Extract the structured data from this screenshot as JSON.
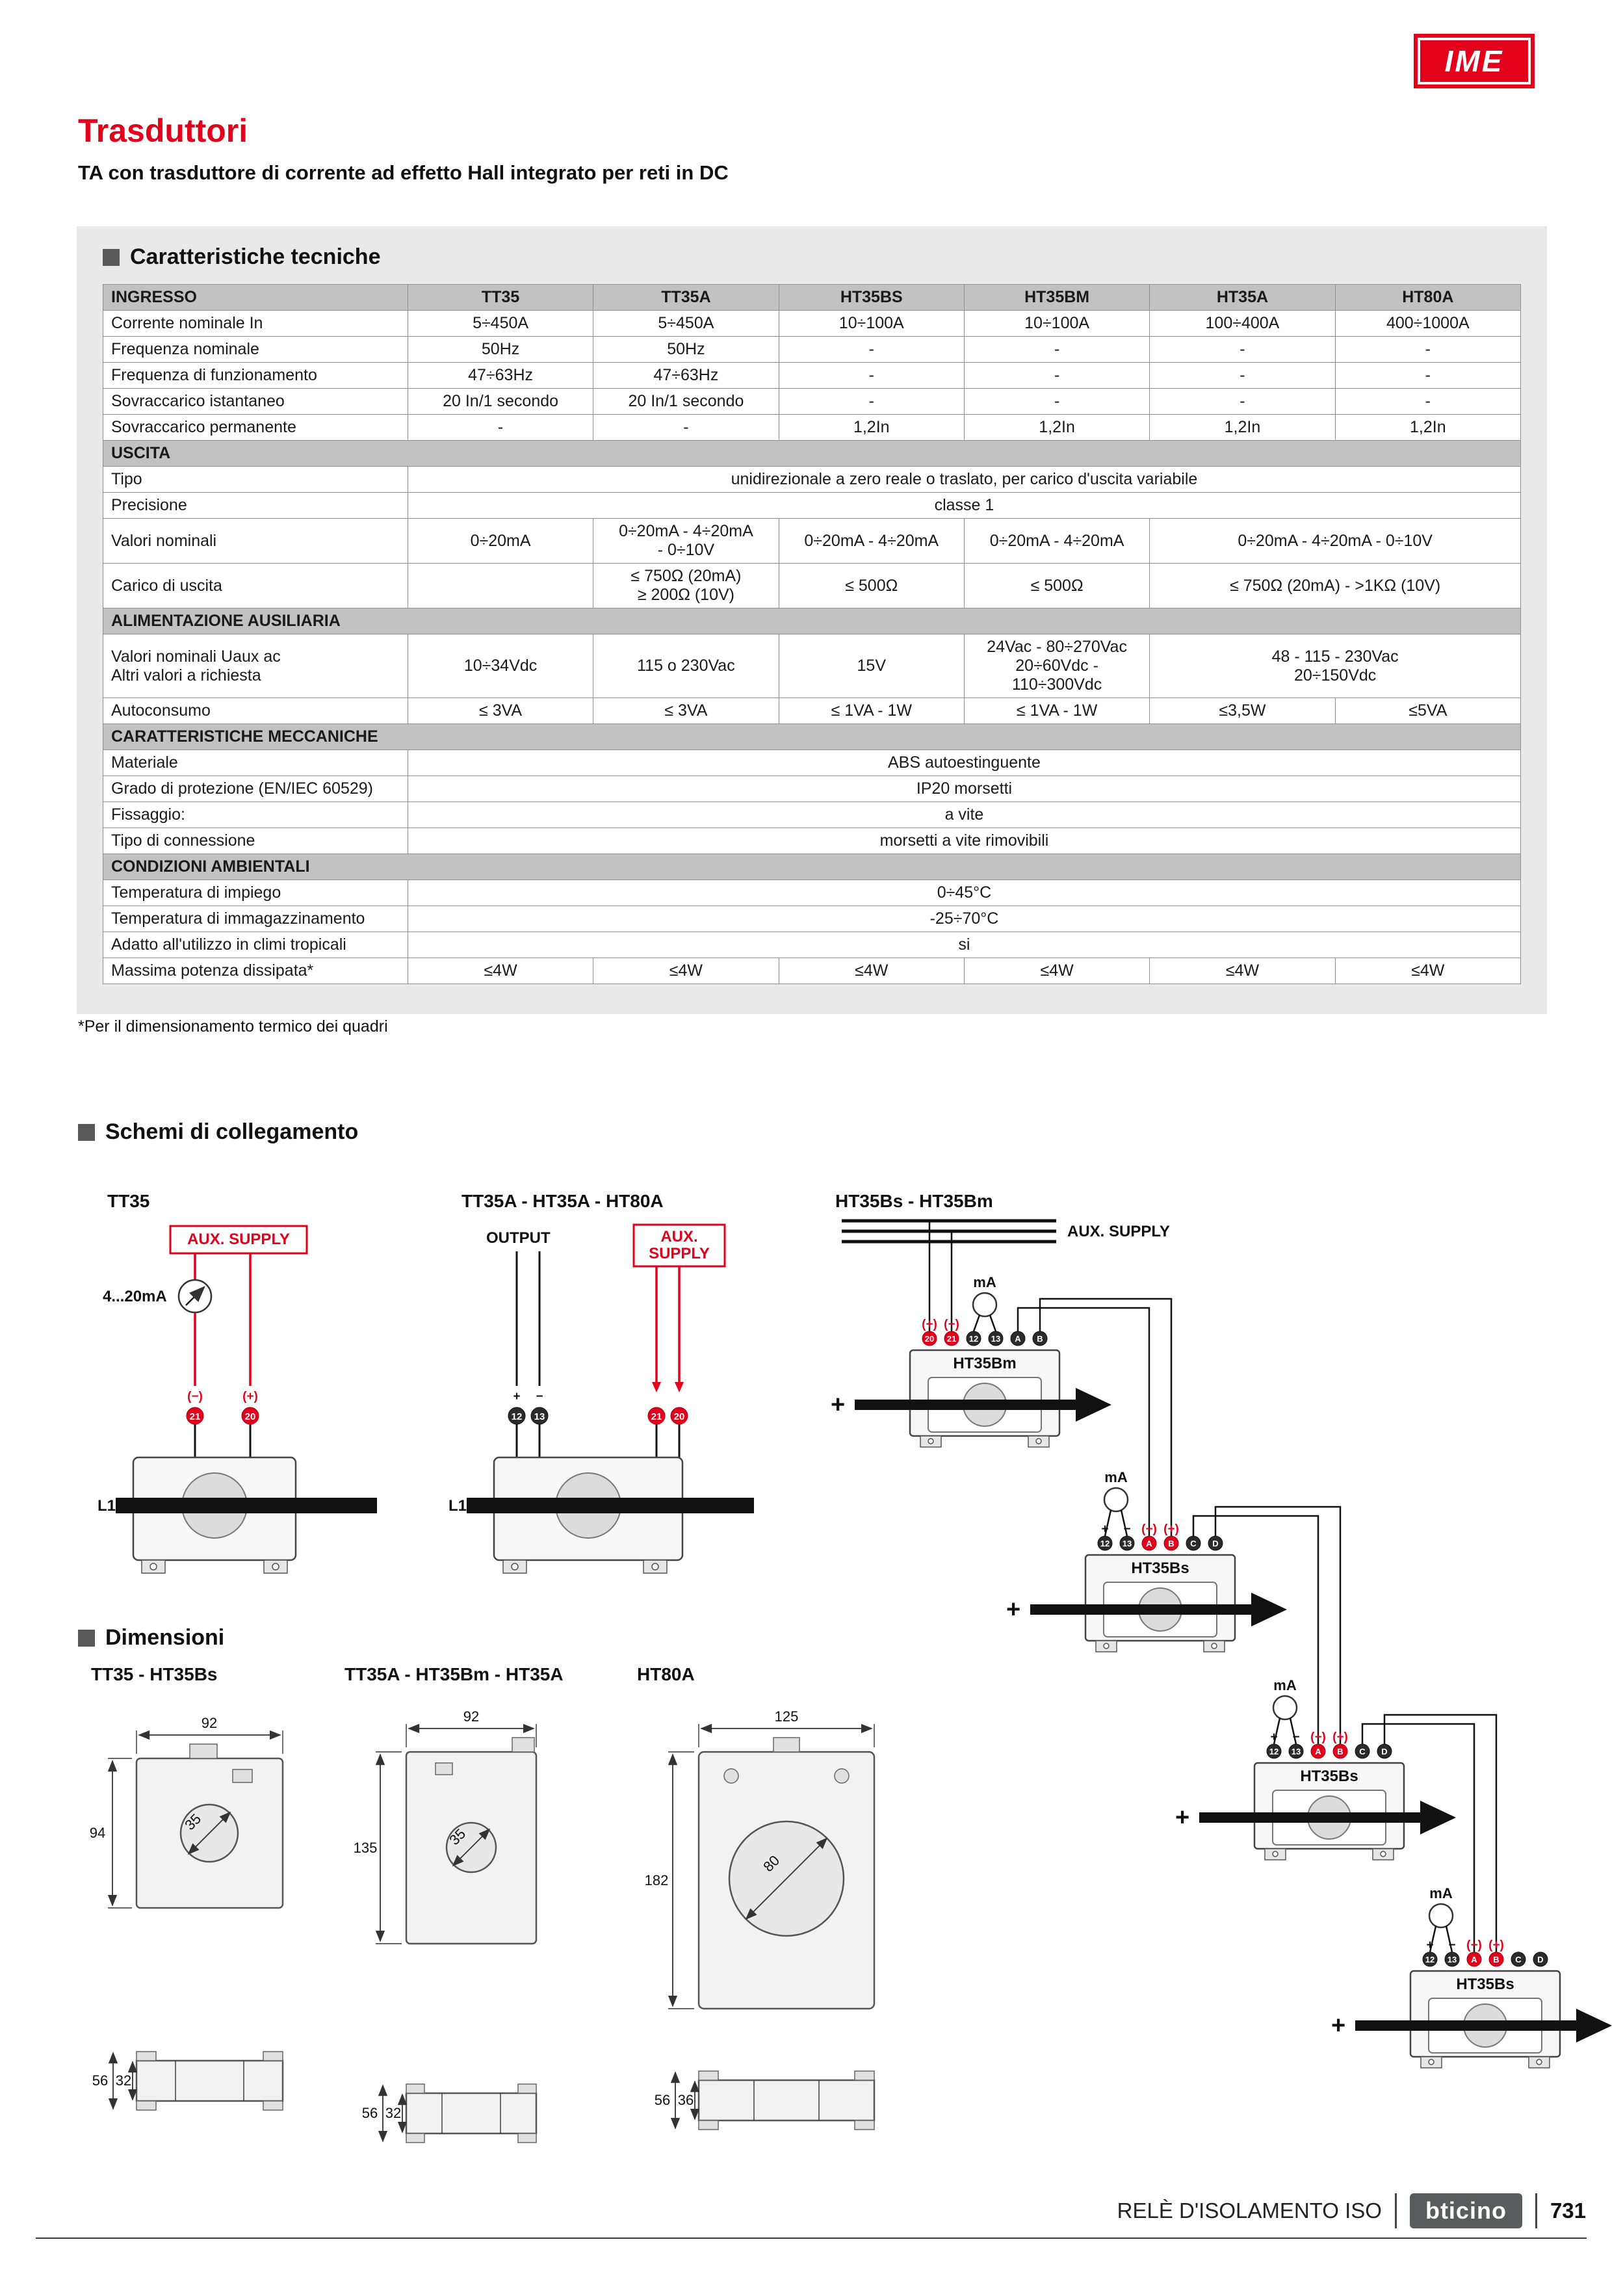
{
  "page": {
    "brand_logo": "IME",
    "title": "Trasduttori",
    "subtitle": "TA con trasduttore di corrente ad effetto Hall integrato per reti in DC"
  },
  "footer": {
    "section": "RELÈ D'ISOLAMENTO ISO",
    "brand": "bticino",
    "page_number": "731"
  },
  "tech": {
    "section_title": "Caratteristiche tecniche",
    "footnote": "*Per il dimensionamento termico dei quadri",
    "table": {
      "headers": [
        "INGRESSO",
        "TT35",
        "TT35A",
        "HT35BS",
        "HT35BM",
        "HT35A",
        "HT80A"
      ],
      "rows": [
        {
          "type": "data",
          "cells": [
            {
              "t": "Corrente nominale In"
            },
            {
              "t": "5÷450A"
            },
            {
              "t": "5÷450A"
            },
            {
              "t": "10÷100A"
            },
            {
              "t": "10÷100A"
            },
            {
              "t": "100÷400A"
            },
            {
              "t": "400÷1000A"
            }
          ]
        },
        {
          "type": "data",
          "cells": [
            {
              "t": "Frequenza nominale"
            },
            {
              "t": "50Hz"
            },
            {
              "t": "50Hz"
            },
            {
              "t": "-"
            },
            {
              "t": "-"
            },
            {
              "t": "-"
            },
            {
              "t": "-"
            }
          ]
        },
        {
          "type": "data",
          "cells": [
            {
              "t": "Frequenza di funzionamento"
            },
            {
              "t": "47÷63Hz"
            },
            {
              "t": "47÷63Hz"
            },
            {
              "t": "-"
            },
            {
              "t": "-"
            },
            {
              "t": "-"
            },
            {
              "t": "-"
            }
          ]
        },
        {
          "type": "data",
          "cells": [
            {
              "t": "Sovraccarico istantaneo"
            },
            {
              "t": "20 In/1 secondo"
            },
            {
              "t": "20 In/1 secondo"
            },
            {
              "t": "-"
            },
            {
              "t": "-"
            },
            {
              "t": "-"
            },
            {
              "t": "-"
            }
          ]
        },
        {
          "type": "data",
          "cells": [
            {
              "t": "Sovraccarico permanente"
            },
            {
              "t": "-"
            },
            {
              "t": "-"
            },
            {
              "t": "1,2In"
            },
            {
              "t": "1,2In"
            },
            {
              "t": "1,2In"
            },
            {
              "t": "1,2In"
            }
          ]
        },
        {
          "type": "section",
          "cells": [
            {
              "t": "USCITA",
              "c": 7
            }
          ]
        },
        {
          "type": "data",
          "cells": [
            {
              "t": "Tipo"
            },
            {
              "t": "unidirezionale a zero reale o traslato, per carico d'uscita variabile",
              "c": 6
            }
          ]
        },
        {
          "type": "data",
          "cells": [
            {
              "t": "Precisione"
            },
            {
              "t": "classe 1",
              "c": 6
            }
          ]
        },
        {
          "type": "data",
          "cells": [
            {
              "t": "Valori nominali"
            },
            {
              "t": "0÷20mA"
            },
            {
              "t": "0÷20mA - 4÷20mA\n- 0÷10V"
            },
            {
              "t": "0÷20mA - 4÷20mA"
            },
            {
              "t": "0÷20mA - 4÷20mA"
            },
            {
              "t": "0÷20mA - 4÷20mA - 0÷10V",
              "c": 2
            }
          ]
        },
        {
          "type": "data",
          "cells": [
            {
              "t": "Carico di uscita"
            },
            {
              "t": ""
            },
            {
              "t": "≤ 750Ω (20mA)\n≥ 200Ω (10V)"
            },
            {
              "t": "≤ 500Ω"
            },
            {
              "t": "≤ 500Ω"
            },
            {
              "t": "≤ 750Ω (20mA) - >1KΩ (10V)",
              "c": 2
            }
          ]
        },
        {
          "type": "section",
          "cells": [
            {
              "t": "ALIMENTAZIONE AUSILIARIA",
              "c": 7
            }
          ]
        },
        {
          "type": "data",
          "cells": [
            {
              "t": "Valori nominali Uaux ac\nAltri valori a richiesta"
            },
            {
              "t": "10÷34Vdc"
            },
            {
              "t": "115 o 230Vac"
            },
            {
              "t": "15V"
            },
            {
              "t": "24Vac - 80÷270Vac\n20÷60Vdc -\n110÷300Vdc"
            },
            {
              "t": "48 - 115 - 230Vac\n20÷150Vdc",
              "c": 2
            }
          ]
        },
        {
          "type": "data",
          "cells": [
            {
              "t": "Autoconsumo"
            },
            {
              "t": "≤ 3VA"
            },
            {
              "t": "≤ 3VA"
            },
            {
              "t": "≤ 1VA - 1W"
            },
            {
              "t": "≤ 1VA - 1W"
            },
            {
              "t": "≤3,5W"
            },
            {
              "t": "≤5VA"
            }
          ]
        },
        {
          "type": "section",
          "cells": [
            {
              "t": "CARATTERISTICHE MECCANICHE",
              "c": 7
            }
          ]
        },
        {
          "type": "data",
          "cells": [
            {
              "t": "Materiale"
            },
            {
              "t": "ABS autoestinguente",
              "c": 6
            }
          ]
        },
        {
          "type": "data",
          "cells": [
            {
              "t": "Grado di protezione (EN/IEC 60529)"
            },
            {
              "t": "IP20 morsetti",
              "c": 6
            }
          ]
        },
        {
          "type": "data",
          "cells": [
            {
              "t": "Fissaggio:"
            },
            {
              "t": "a vite",
              "c": 6
            }
          ]
        },
        {
          "type": "data",
          "cells": [
            {
              "t": "Tipo di connessione"
            },
            {
              "t": "morsetti a vite rimovibili",
              "c": 6
            }
          ]
        },
        {
          "type": "section",
          "cells": [
            {
              "t": "CONDIZIONI AMBIENTALI",
              "c": 7
            }
          ]
        },
        {
          "type": "data",
          "cells": [
            {
              "t": "Temperatura di impiego"
            },
            {
              "t": "0÷45°C",
              "c": 6
            }
          ]
        },
        {
          "type": "data",
          "cells": [
            {
              "t": "Temperatura di immagazzinamento"
            },
            {
              "t": "-25÷70°C",
              "c": 6
            }
          ]
        },
        {
          "type": "data",
          "cells": [
            {
              "t": "Adatto all'utilizzo in climi tropicali"
            },
            {
              "t": "si",
              "c": 6
            }
          ]
        },
        {
          "type": "data",
          "cells": [
            {
              "t": "Massima potenza dissipata*"
            },
            {
              "t": "≤4W"
            },
            {
              "t": "≤4W"
            },
            {
              "t": "≤4W"
            },
            {
              "t": "≤4W"
            },
            {
              "t": "≤4W"
            },
            {
              "t": "≤4W"
            }
          ]
        }
      ]
    }
  },
  "schemi": {
    "section_title": "Schemi di collegamento",
    "tt35": {
      "title": "TT35",
      "aux_supply": "AUX. SUPPLY",
      "meter": "4...20mA",
      "sign_minus": "(−)",
      "sign_plus": "(+)",
      "t_minus": "21",
      "t_plus": "20",
      "line": "L1"
    },
    "tt35a": {
      "title": "TT35A - HT35A - HT80A",
      "output": "OUTPUT",
      "aux_line1": "AUX.",
      "aux_line2": "SUPPLY",
      "plus": "+",
      "minus": "−",
      "t1": "12",
      "t2": "13",
      "t3": "21",
      "t4": "20",
      "line": "L1"
    },
    "cascade": {
      "title": "HT35Bs - HT35Bm",
      "aux_supply": "AUX. SUPPLY",
      "ma": "mA",
      "plus": "+",
      "minus": "−",
      "devices": [
        {
          "name": "HT35Bm",
          "signs": [
            "(+)",
            "(−)"
          ],
          "terminals": [
            "20",
            "21",
            "12",
            "13",
            "A",
            "B"
          ]
        },
        {
          "name": "HT35Bs",
          "signs": [
            "(−)",
            "(+)"
          ],
          "terminals": [
            "12",
            "13",
            "A",
            "B",
            "C",
            "D"
          ]
        },
        {
          "name": "HT35Bs",
          "signs": [
            "(−)",
            "(+)"
          ],
          "terminals": [
            "12",
            "13",
            "A",
            "B",
            "C",
            "D"
          ]
        },
        {
          "name": "HT35Bs",
          "signs": [
            "(−)",
            "(+)"
          ],
          "terminals": [
            "12",
            "13",
            "A",
            "B",
            "C",
            "D"
          ]
        }
      ]
    }
  },
  "dimensioni": {
    "section_title": "Dimensioni",
    "groups": [
      {
        "title": "TT35 - HT35Bs",
        "width": "92",
        "height": "94",
        "hole": "35",
        "depth1": "56",
        "depth2": "32"
      },
      {
        "title": "TT35A - HT35Bm - HT35A",
        "width": "92",
        "height": "135",
        "hole": "35",
        "depth1": "56",
        "depth2": "32"
      },
      {
        "title": "HT80A",
        "width": "125",
        "height": "182",
        "hole": "80",
        "depth1": "56",
        "depth2": "36"
      }
    ]
  },
  "colors": {
    "accent_red": "#e2001a",
    "panel_bg": "#e9e9e9",
    "table_header_bg": "#c2c2c2",
    "bticino_bg": "#5a5b5d"
  }
}
